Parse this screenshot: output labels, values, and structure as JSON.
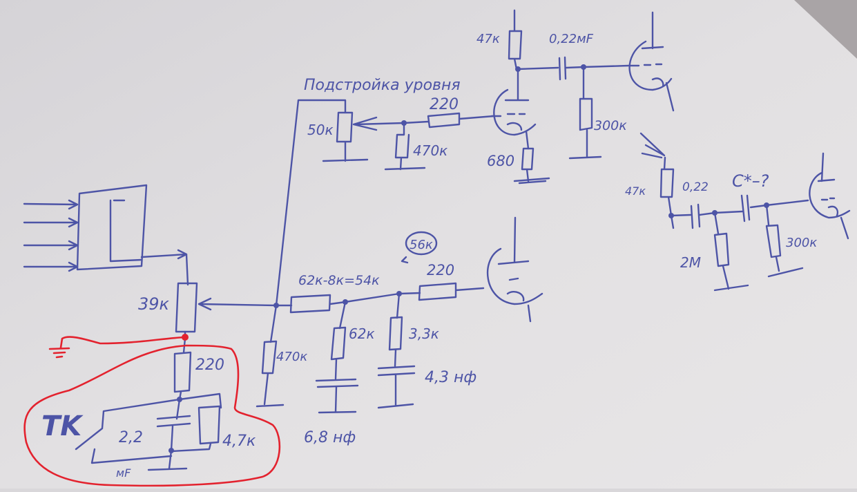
{
  "colors": {
    "ink": "#4d54a6",
    "red_marker": "#e3222e",
    "paper": "#e3e1e3"
  },
  "labels": {
    "level_adjust": "Подстройка уровня",
    "r_anode_1": "47к",
    "c_coupling_1": "0,22мF",
    "r_grid_1": "220",
    "pot_level": "50к",
    "r_shunt_1": "470к",
    "r_cathode_1": "680",
    "r_leak_1": "300к",
    "r_anode_2": "47к",
    "c_coupling_2": "0,22",
    "c_star": "C*–?",
    "r_2m": "2M",
    "r_leak_2": "300к",
    "pot_input": "39к",
    "r_series_calc": "62к-8к=54к",
    "r_series_note": "56к",
    "r_grid_2": "220",
    "r_shunt_2": "470к",
    "r_62k": "62к",
    "r_3_3k": "3,3к",
    "c_4_3": "4,3 нф",
    "c_6_8": "6,8 нф",
    "r_220_bottom": "220",
    "tk_label": "TK",
    "c_2_2": "2,2",
    "c_2_2_unit": "мF",
    "r_4_7k": "4,7к"
  }
}
